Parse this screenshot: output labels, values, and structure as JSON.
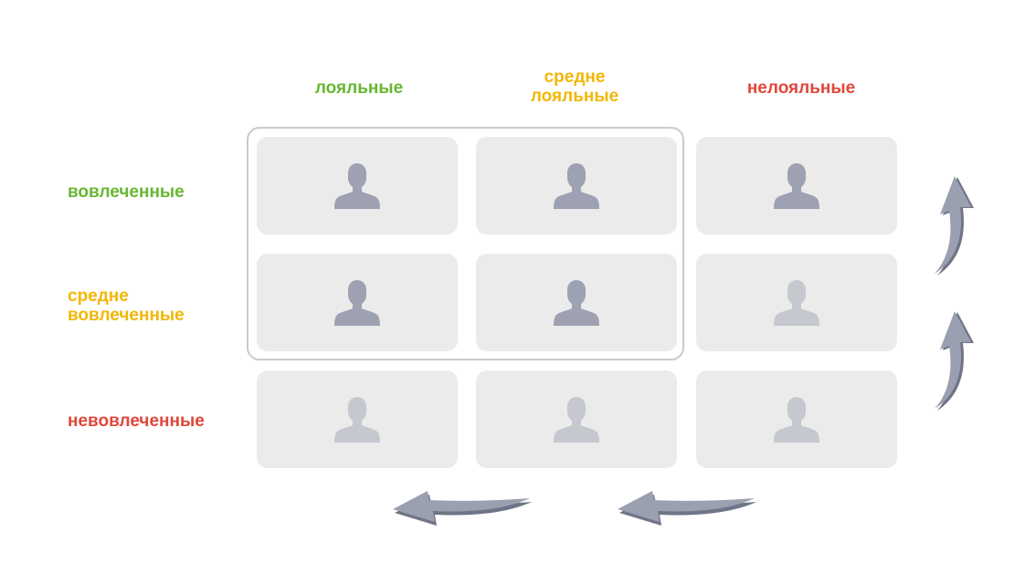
{
  "columns": [
    {
      "label": "лояльные",
      "color": "#67b731"
    },
    {
      "label": "средне\nлояльные",
      "color": "#f2b705"
    },
    {
      "label": "нелояльные",
      "color": "#e0473b"
    }
  ],
  "rows": [
    {
      "label": "вовлеченные",
      "color": "#67b731"
    },
    {
      "label": "средне\nвовлеченные",
      "color": "#f2b705"
    },
    {
      "label": "невовлеченные",
      "color": "#e0473b"
    }
  ],
  "cells": [
    {
      "icon": "user-icon",
      "state": "dark"
    },
    {
      "icon": "user-icon",
      "state": "dark"
    },
    {
      "icon": "user-icon",
      "state": "dark"
    },
    {
      "icon": "user-icon",
      "state": "dark"
    },
    {
      "icon": "user-icon",
      "state": "dark"
    },
    {
      "icon": "user-icon",
      "state": "light"
    },
    {
      "icon": "user-icon",
      "state": "light"
    },
    {
      "icon": "user-icon",
      "state": "light"
    },
    {
      "icon": "user-icon",
      "state": "light"
    }
  ],
  "colors": {
    "cell_bg": "#ebebeb",
    "icon_dark": "#9da1b1",
    "icon_light": "#c6c8d0",
    "arrow": "#9aa0b0",
    "outline": "#c9cad3"
  }
}
